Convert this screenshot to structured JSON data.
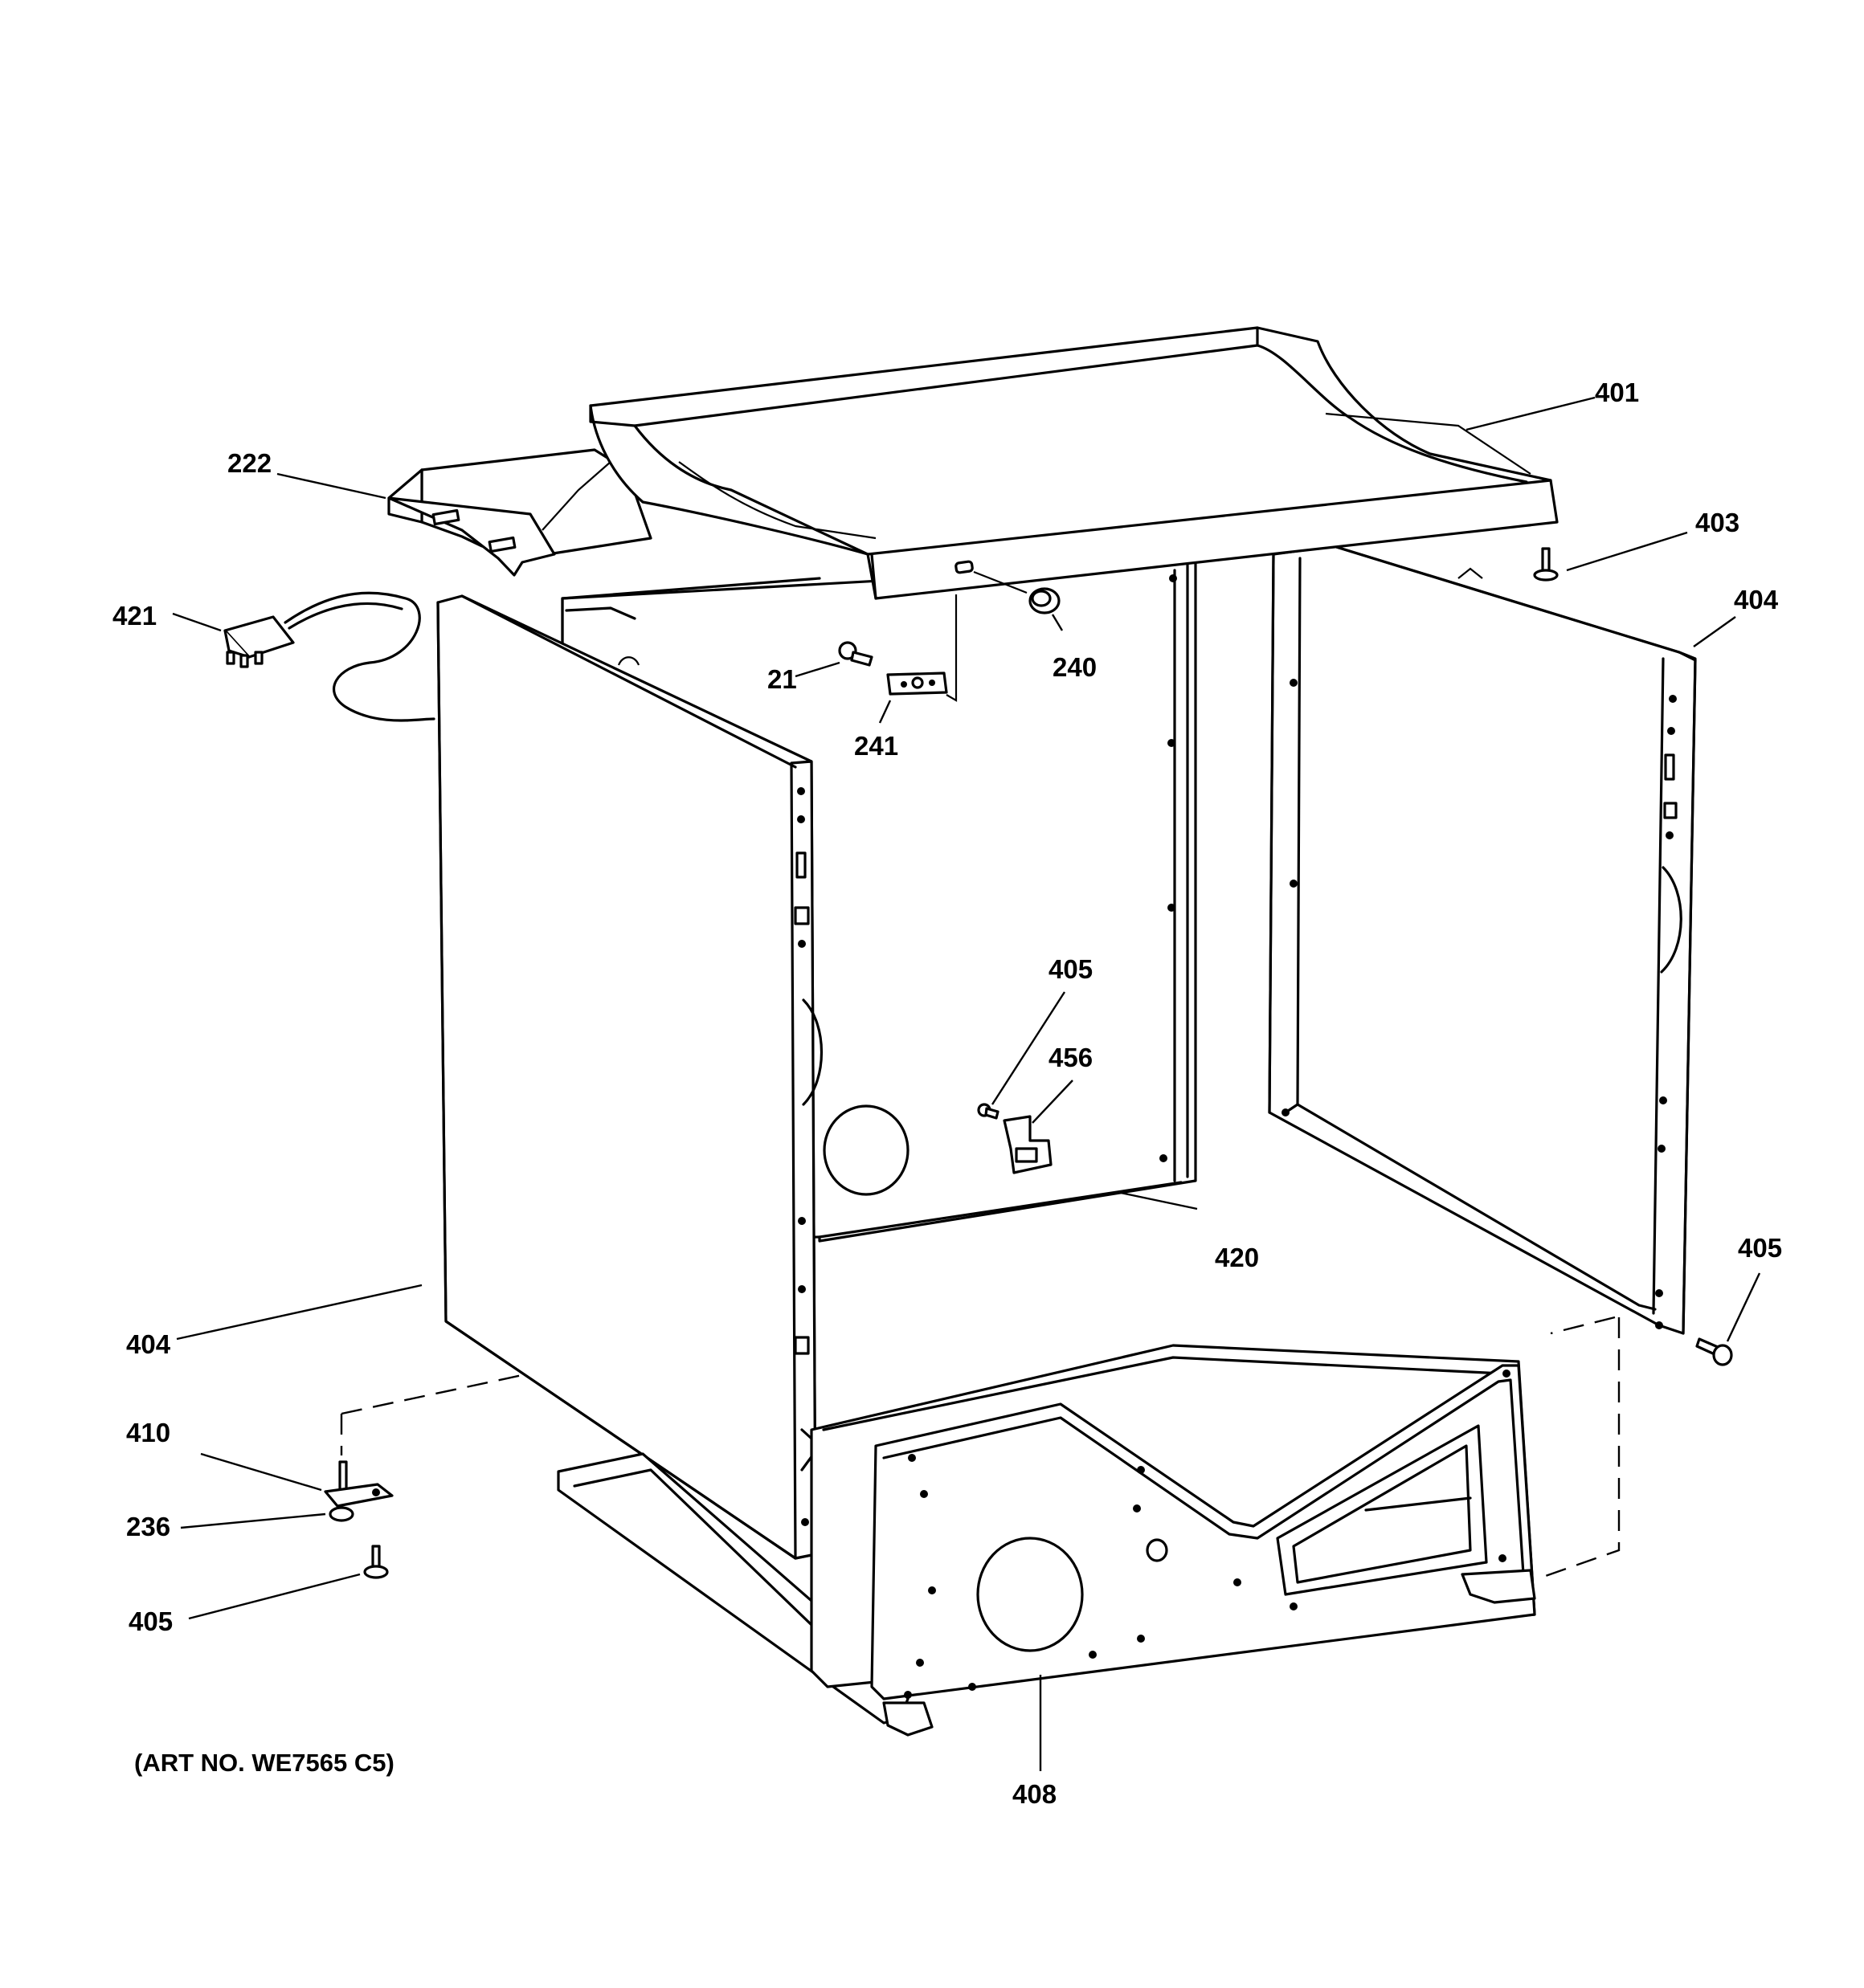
{
  "labels": {
    "p401": "401",
    "p222": "222",
    "p403": "403",
    "p421": "421",
    "p404_right": "404",
    "p21": "21",
    "p240": "240",
    "p241": "241",
    "p405_center": "405",
    "p456": "456",
    "p420": "420",
    "p405_right": "405",
    "p404_left": "404",
    "p410": "410",
    "p236": "236",
    "p405_left": "405",
    "p408": "408"
  },
  "art_number": "(ART NO. WE7565 C5)"
}
